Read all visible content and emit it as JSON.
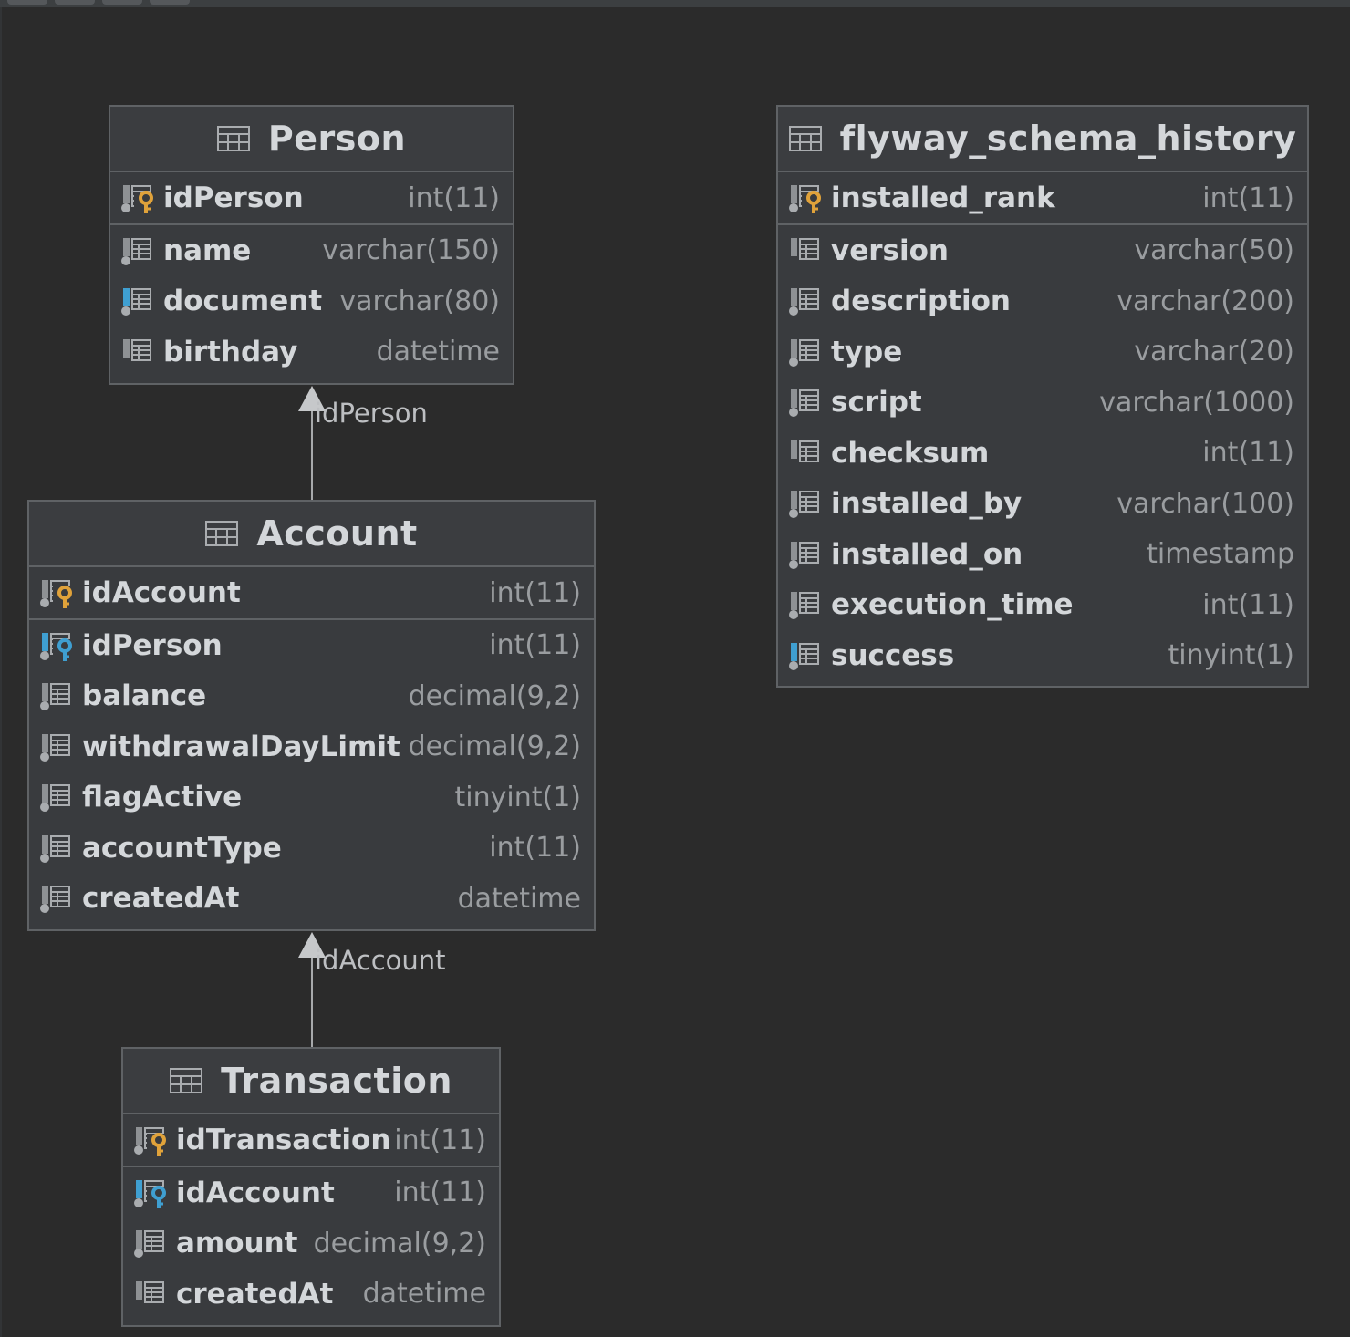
{
  "tables": {
    "person": {
      "title": "Person",
      "columns": [
        {
          "name": "idPerson",
          "type": "int(11)",
          "key": "pk"
        },
        {
          "name": "name",
          "type": "varchar(150)",
          "key": "none"
        },
        {
          "name": "document",
          "type": "varchar(80)",
          "key": "notnull"
        },
        {
          "name": "birthday",
          "type": "datetime",
          "key": "nullable"
        }
      ]
    },
    "account": {
      "title": "Account",
      "columns": [
        {
          "name": "idAccount",
          "type": "int(11)",
          "key": "pk"
        },
        {
          "name": "idPerson",
          "type": "int(11)",
          "key": "fk"
        },
        {
          "name": "balance",
          "type": "decimal(9,2)",
          "key": "none"
        },
        {
          "name": "withdrawalDayLimit",
          "type": "decimal(9,2)",
          "key": "none"
        },
        {
          "name": "flagActive",
          "type": "tinyint(1)",
          "key": "none"
        },
        {
          "name": "accountType",
          "type": "int(11)",
          "key": "none"
        },
        {
          "name": "createdAt",
          "type": "datetime",
          "key": "none"
        }
      ]
    },
    "transaction": {
      "title": "Transaction",
      "columns": [
        {
          "name": "idTransaction",
          "type": "int(11)",
          "key": "pk"
        },
        {
          "name": "idAccount",
          "type": "int(11)",
          "key": "fk"
        },
        {
          "name": "amount",
          "type": "decimal(9,2)",
          "key": "none"
        },
        {
          "name": "createdAt",
          "type": "datetime",
          "key": "nullable"
        }
      ]
    },
    "flyway": {
      "title": "flyway_schema_history",
      "columns": [
        {
          "name": "installed_rank",
          "type": "int(11)",
          "key": "pk"
        },
        {
          "name": "version",
          "type": "varchar(50)",
          "key": "nullable"
        },
        {
          "name": "description",
          "type": "varchar(200)",
          "key": "none"
        },
        {
          "name": "type",
          "type": "varchar(20)",
          "key": "none"
        },
        {
          "name": "script",
          "type": "varchar(1000)",
          "key": "none"
        },
        {
          "name": "checksum",
          "type": "int(11)",
          "key": "nullable"
        },
        {
          "name": "installed_by",
          "type": "varchar(100)",
          "key": "none"
        },
        {
          "name": "installed_on",
          "type": "timestamp",
          "key": "none"
        },
        {
          "name": "execution_time",
          "type": "int(11)",
          "key": "none"
        },
        {
          "name": "success",
          "type": "tinyint(1)",
          "key": "notnull"
        }
      ]
    }
  },
  "relations": [
    {
      "from": "account",
      "to": "person",
      "label": "idPerson"
    },
    {
      "from": "transaction",
      "to": "account",
      "label": "idAccount"
    }
  ],
  "colors": {
    "background": "#2b2b2b",
    "table_fill": "#393b3e",
    "border": "#5f6265",
    "primary_key": "#e0a23a",
    "foreign_key": "#3f9fd1",
    "notnull_marker": "#3f9fd1",
    "text": "#d4d7da",
    "type_text": "#9a9da0"
  },
  "icons": {
    "table_header": "table-icon",
    "pk": "primary-key-column-icon",
    "fk": "foreign-key-column-icon",
    "column": "column-icon"
  }
}
